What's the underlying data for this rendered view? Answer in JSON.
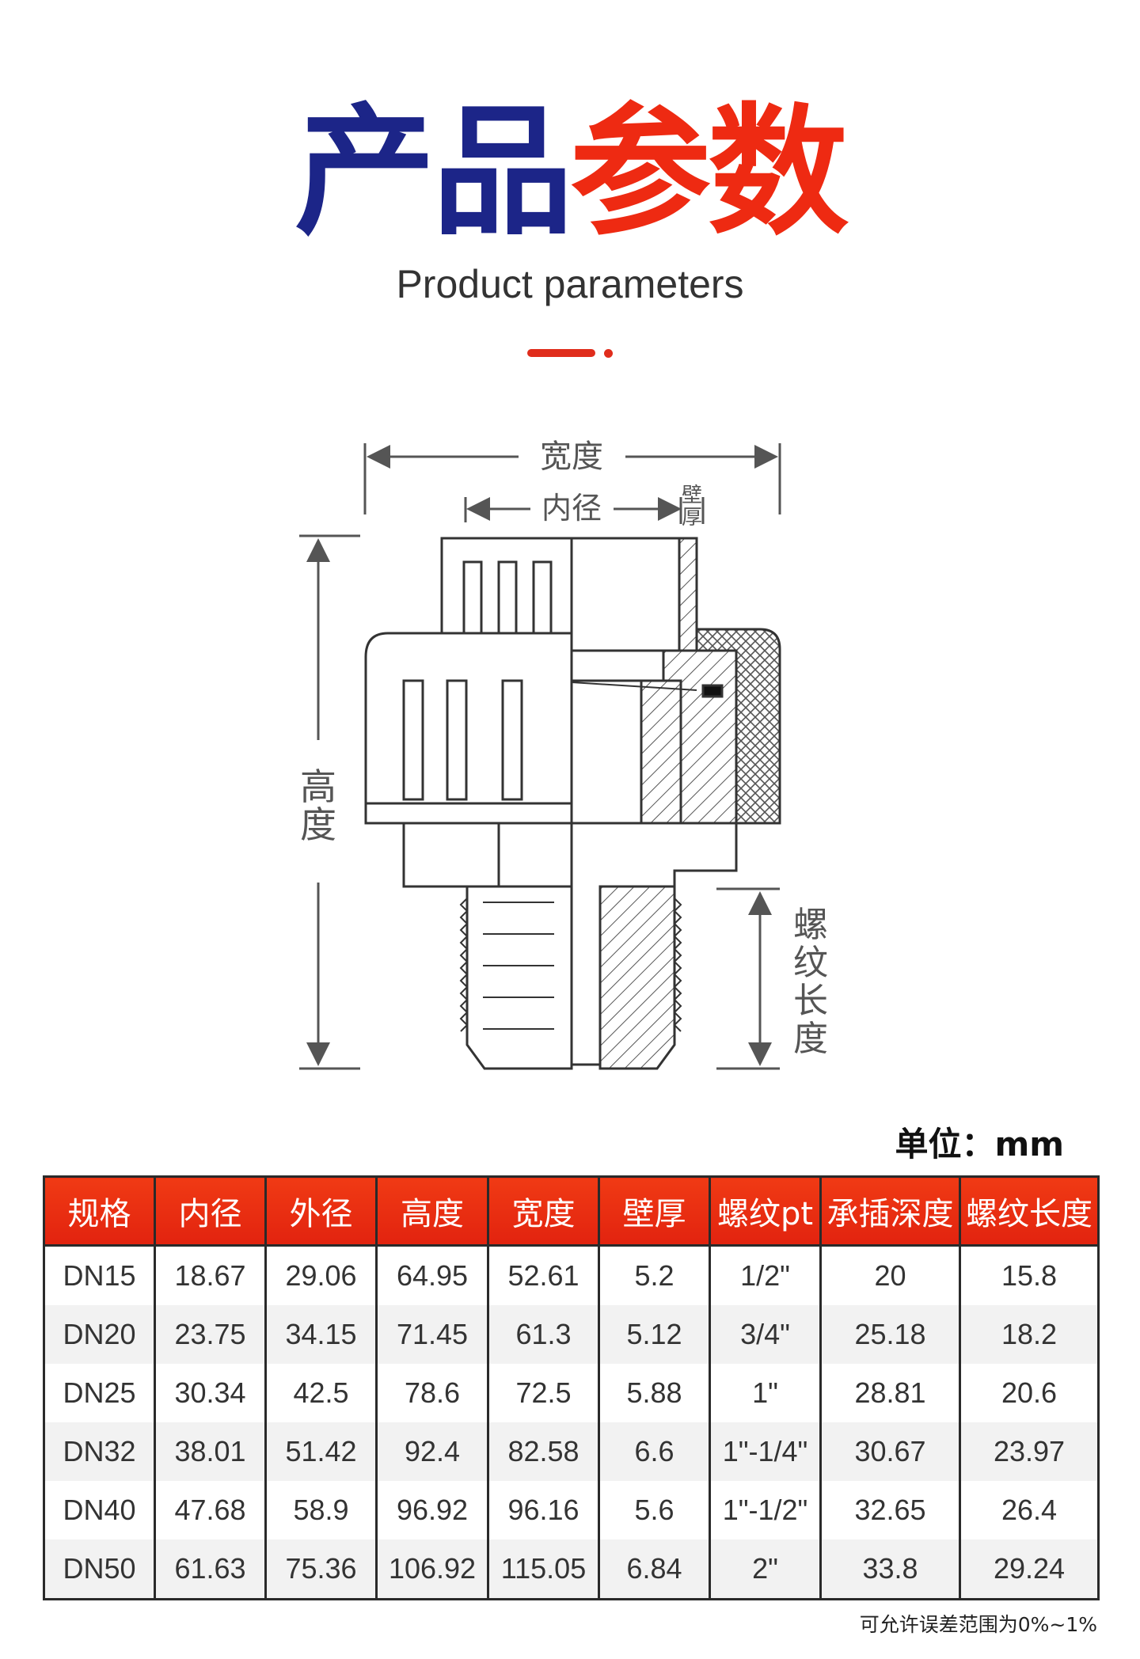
{
  "header": {
    "title_part1": "产品",
    "title_part2": "参数",
    "subtitle": "Product parameters"
  },
  "diagram": {
    "width_label": "宽度",
    "inner_diameter_label": "内径",
    "wall_thickness_label_1": "壁",
    "wall_thickness_label_2": "厚",
    "height_label_1": "高",
    "height_label_2": "度",
    "thread_length_label_1": "螺",
    "thread_length_label_2": "纹",
    "thread_length_label_3": "长",
    "thread_length_label_4": "度"
  },
  "unit_label": "单位：mm",
  "table": {
    "headers": [
      "规格",
      "内径",
      "外径",
      "高度",
      "宽度",
      "壁厚",
      "螺纹pt",
      "承插深度",
      "螺纹长度"
    ],
    "rows": [
      [
        "DN15",
        "18.67",
        "29.06",
        "64.95",
        "52.61",
        "5.2",
        "1/2\"",
        "20",
        "15.8"
      ],
      [
        "DN20",
        "23.75",
        "34.15",
        "71.45",
        "61.3",
        "5.12",
        "3/4\"",
        "25.18",
        "18.2"
      ],
      [
        "DN25",
        "30.34",
        "42.5",
        "78.6",
        "72.5",
        "5.88",
        "1\"",
        "28.81",
        "20.6"
      ],
      [
        "DN32",
        "38.01",
        "51.42",
        "92.4",
        "82.58",
        "6.6",
        "1\"-1/4\"",
        "30.67",
        "23.97"
      ],
      [
        "DN40",
        "47.68",
        "58.9",
        "96.92",
        "96.16",
        "5.6",
        "1\"-1/2\"",
        "32.65",
        "26.4"
      ],
      [
        "DN50",
        "61.63",
        "75.36",
        "106.92",
        "115.05",
        "6.84",
        "2\"",
        "33.8",
        "29.24"
      ]
    ]
  },
  "footnote": "可允许误差范围为0%~1%",
  "colors": {
    "title_blue": "#1c2588",
    "title_red": "#ee2a12",
    "header_red": "#e62a10"
  }
}
